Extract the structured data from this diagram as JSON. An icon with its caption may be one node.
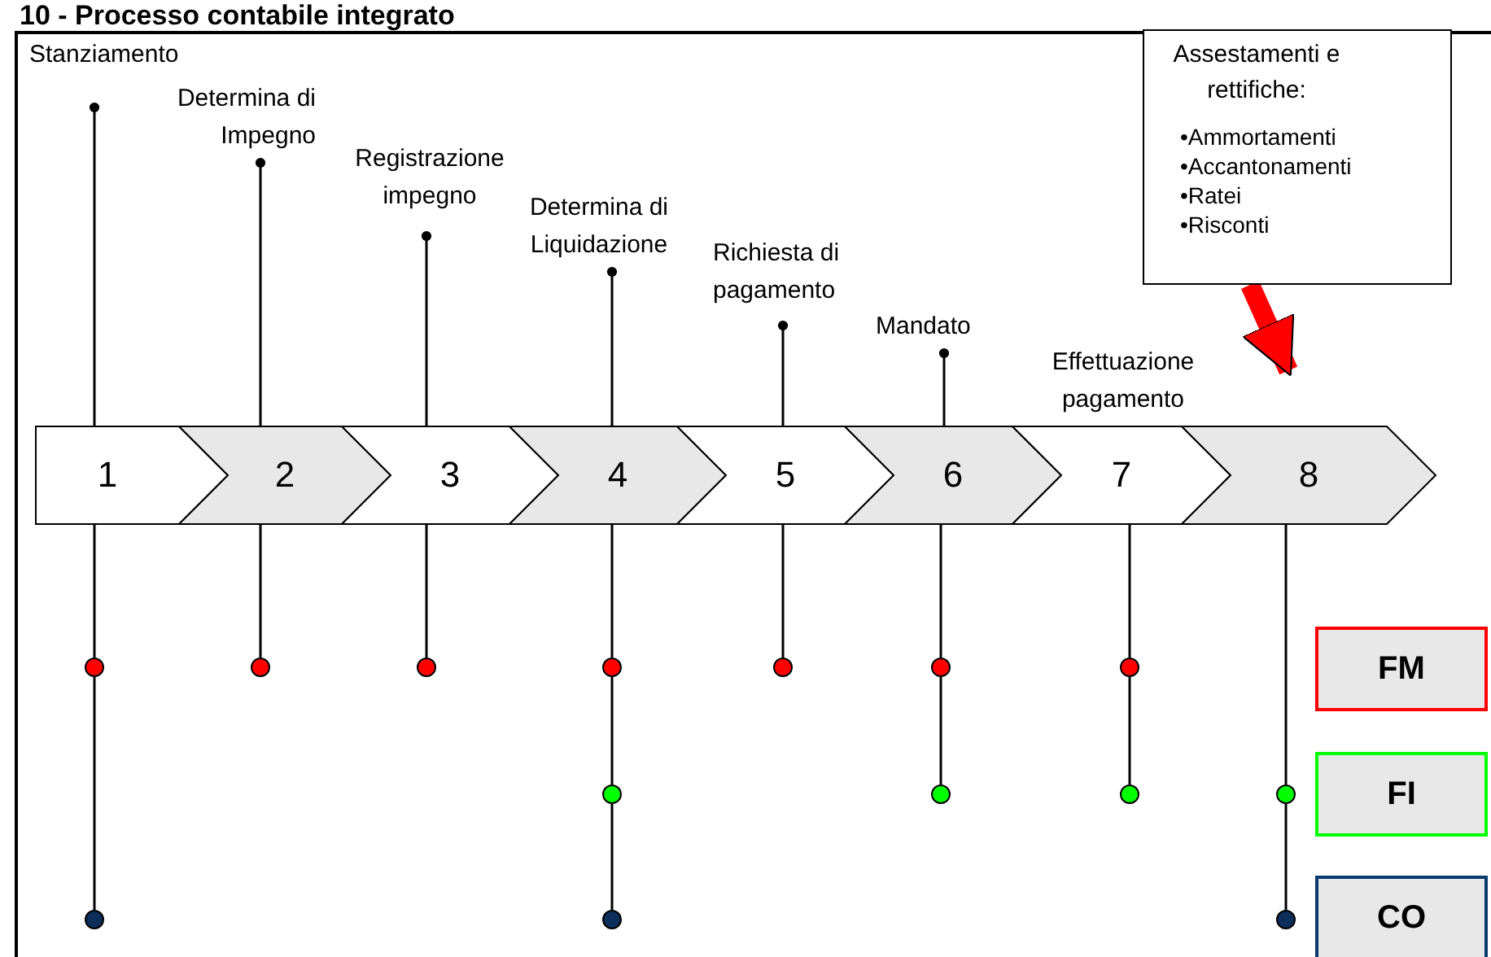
{
  "diagram": {
    "title": "10 - Processo contabile integrato",
    "nodes": [
      {
        "text": [
          "Stanziamento"
        ]
      },
      {
        "text": [
          "Determina di Impegno"
        ]
      },
      {
        "text": [
          "Registrazione impegno"
        ]
      },
      {
        "text": [
          "Determina di Liquidazione"
        ]
      },
      {
        "text": [
          "Richiesta di pagamento"
        ]
      },
      {
        "text": [
          "Mandato"
        ]
      },
      {
        "text": [
          "Effettuazione pagamento"
        ]
      },
      {
        "text": [
          "Assestamenti e rettifiche:",
          "•Ammortamenti",
          "•Accantonamenti",
          "•Ratei",
          "•Risconti"
        ]
      },
      {
        "text": [
          "1"
        ]
      },
      {
        "text": [
          "2"
        ]
      },
      {
        "text": [
          "3"
        ]
      },
      {
        "text": [
          "4"
        ]
      },
      {
        "text": [
          "5"
        ]
      },
      {
        "text": [
          "6"
        ]
      },
      {
        "text": [
          "7"
        ]
      },
      {
        "text": [
          "8"
        ]
      },
      {
        "text": [
          "FM"
        ]
      },
      {
        "text": [
          "FI"
        ]
      },
      {
        "text": [
          "CO"
        ]
      },
      {
        "text": [],
        "shape": "circle"
      },
      {
        "text": [],
        "shape": "circle"
      },
      {
        "text": [],
        "shape": "circle"
      },
      {
        "text": [],
        "shape": "circle"
      },
      {
        "text": [],
        "shape": "circle"
      },
      {
        "text": [],
        "shape": "circle"
      },
      {
        "text": [],
        "shape": "circle"
      },
      {
        "text": [],
        "shape": "circle"
      },
      {
        "text": [],
        "shape": "circle"
      },
      {
        "text": [],
        "shape": "circle"
      },
      {
        "text": [],
        "shape": "circle"
      },
      {
        "text": [],
        "shape": "circle"
      },
      {
        "text": [],
        "shape": "circle"
      },
      {
        "text": [],
        "shape": "circle"
      }
    ],
    "edges": [
      {
        "from": 0,
        "to": 8,
        "arrow": "other"
      },
      {
        "from": 1,
        "to": 9,
        "arrow": "other"
      },
      {
        "from": 2,
        "to": 10,
        "arrow": "other"
      },
      {
        "from": 3,
        "to": 11,
        "arrow": "other"
      },
      {
        "from": 4,
        "to": 12,
        "arrow": "other"
      },
      {
        "from": 5,
        "to": 13,
        "arrow": "other"
      },
      {
        "from": 7,
        "to": 15,
        "arrow": "to",
        "style": "thick",
        "color": "#ff0000"
      },
      {
        "from": 8,
        "to": 19,
        "arrow": "none"
      },
      {
        "from": 19,
        "to": 20,
        "arrow": "none"
      },
      {
        "from": 9,
        "to": 21,
        "arrow": "none"
      },
      {
        "from": 10,
        "to": 22,
        "arrow": "none"
      },
      {
        "from": 11,
        "to": 23,
        "arrow": "none"
      },
      {
        "from": 23,
        "to": 24,
        "arrow": "none"
      },
      {
        "from": 24,
        "to": 25,
        "arrow": "none"
      },
      {
        "from": 12,
        "to": 26,
        "arrow": "none"
      },
      {
        "from": 13,
        "to": 27,
        "arrow": "none"
      },
      {
        "from": 27,
        "to": 28,
        "arrow": "none"
      },
      {
        "from": 14,
        "to": 29,
        "arrow": "none"
      },
      {
        "from": 29,
        "to": 30,
        "arrow": "none"
      },
      {
        "from": 15,
        "to": 31,
        "arrow": "none"
      },
      {
        "from": 31,
        "to": 32,
        "arrow": "none"
      }
    ]
  }
}
